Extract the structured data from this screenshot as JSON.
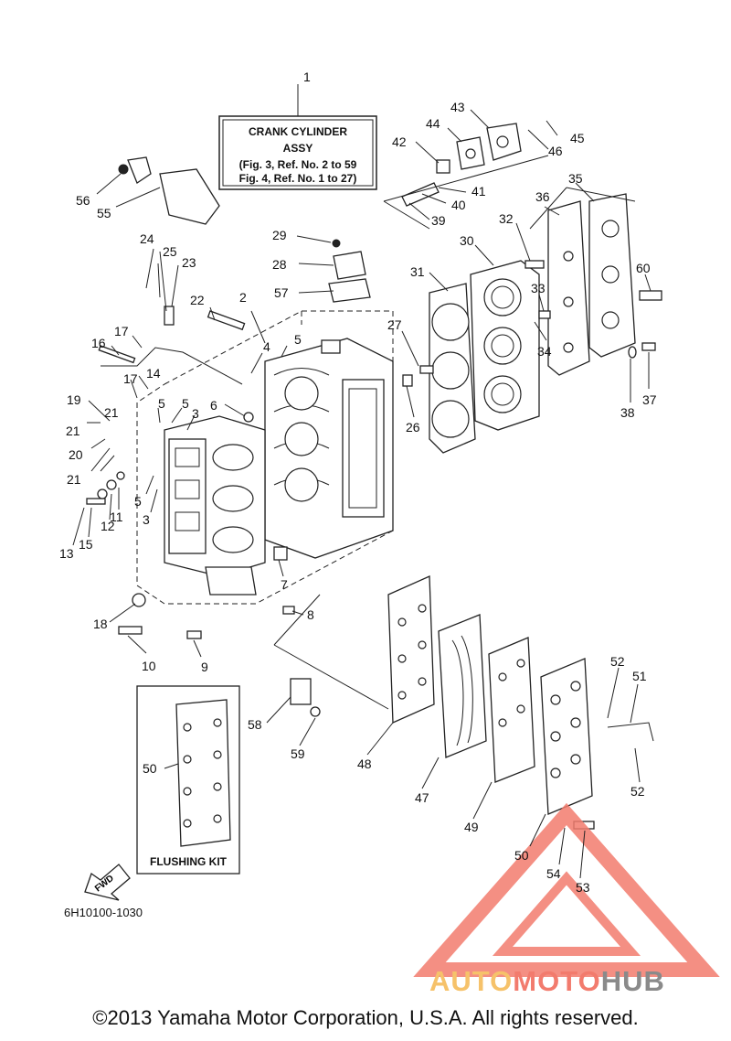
{
  "title_box": {
    "line1": "CRANK CYLINDER",
    "line2": "ASSY",
    "line3": "(Fig. 3, Ref. No. 2 to 59",
    "line4": "Fig. 4, Ref. No. 1 to 27)"
  },
  "flushing_kit_label": "FLUSHING KIT",
  "fwd_label": "FWD",
  "drawing_code": "6H10100-1030",
  "copyright": "©2013 Yamaha Motor Corporation, U.S.A. All rights reserved.",
  "watermark": {
    "part1": "AUTO",
    "part2": "MOTO",
    "part3": "HUB"
  },
  "colors": {
    "watermark_yellow": "#f6c26a",
    "watermark_red": "#f27b6d",
    "watermark_gray": "#8a8a8a"
  },
  "callouts": {
    "c1": "1",
    "c2": "2",
    "c3a": "3",
    "c3b": "3",
    "c4": "4",
    "c5a": "5",
    "c5b": "5",
    "c5c": "5",
    "c5d": "5",
    "c6": "6",
    "c7": "7",
    "c8": "8",
    "c9": "9",
    "c10": "10",
    "c11": "11",
    "c12": "12",
    "c13": "13",
    "c14": "14",
    "c15": "15",
    "c16": "16",
    "c17a": "17",
    "c17b": "17",
    "c18": "18",
    "c19": "19",
    "c20": "20",
    "c21a": "21",
    "c21b": "21",
    "c21c": "21",
    "c22": "22",
    "c23": "23",
    "c24": "24",
    "c25": "25",
    "c26": "26",
    "c27": "27",
    "c28": "28",
    "c29": "29",
    "c30": "30",
    "c31": "31",
    "c32": "32",
    "c33": "33",
    "c34": "34",
    "c35": "35",
    "c36": "36",
    "c37": "37",
    "c38": "38",
    "c39": "39",
    "c40": "40",
    "c41": "41",
    "c42": "42",
    "c43": "43",
    "c44": "44",
    "c45": "45",
    "c46": "46",
    "c47": "47",
    "c48": "48",
    "c49": "49",
    "c50a": "50",
    "c50b": "50",
    "c51": "51",
    "c52a": "52",
    "c52b": "52",
    "c53": "53",
    "c54": "54",
    "c55": "55",
    "c56": "56",
    "c57": "57",
    "c58": "58",
    "c59": "59",
    "c60": "60"
  }
}
